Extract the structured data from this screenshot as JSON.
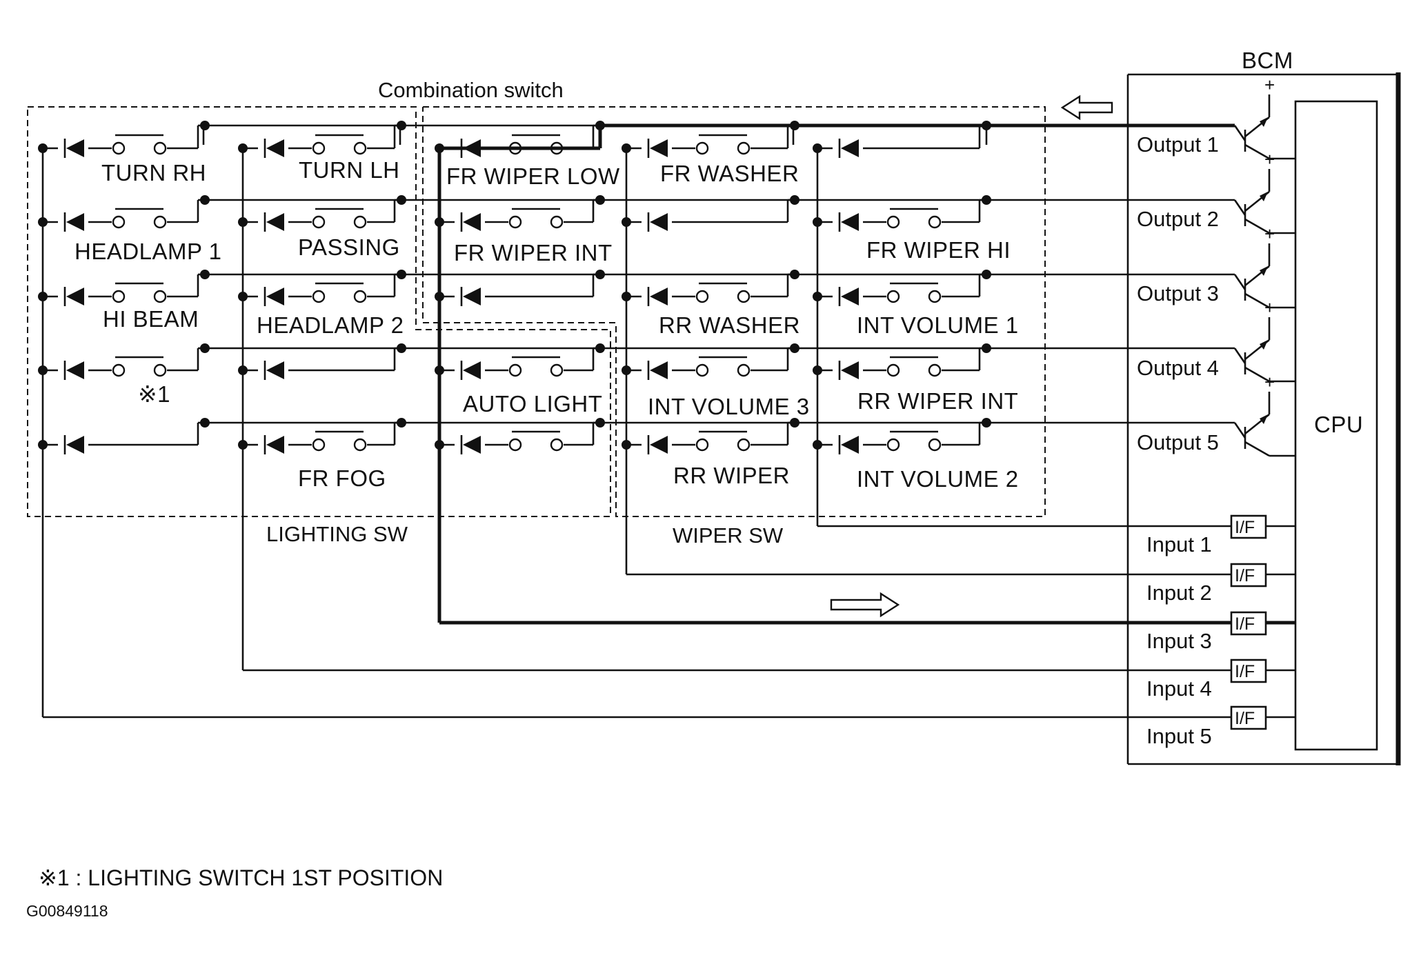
{
  "bcm_label": "BCM",
  "cpu_label": "CPU",
  "combination_switch_label": "Combination switch",
  "lighting_sw_label": "LIGHTING SW",
  "wiper_sw_label": "WIPER SW",
  "outputs": [
    "Output 1",
    "Output 2",
    "Output 3",
    "Output 4",
    "Output 5"
  ],
  "inputs": [
    "Input 1",
    "Input 2",
    "Input 3",
    "Input 4",
    "Input 5"
  ],
  "interface_label": "I/F",
  "plus_sign": "+",
  "switches": {
    "turn_rh": "TURN RH",
    "turn_lh": "TURN LH",
    "fr_wiper_low": "FR WIPER LOW",
    "fr_washer": "FR WASHER",
    "headlamp_1": "HEADLAMP 1",
    "passing": "PASSING",
    "fr_wiper_int": "FR WIPER INT",
    "fr_wiper_hi": "FR WIPER HI",
    "hi_beam": "HI BEAM",
    "headlamp_2": "HEADLAMP 2",
    "rr_washer": "RR WASHER",
    "int_volume_1": "INT VOLUME 1",
    "note_mark": "※1",
    "auto_light": "AUTO LIGHT",
    "int_volume_3": "INT VOLUME 3",
    "rr_wiper_int": "RR WIPER INT",
    "fr_fog": "FR FOG",
    "rr_wiper": "RR WIPER",
    "int_volume_2": "INT VOLUME 2"
  },
  "footnote": "※1 : LIGHTING SWITCH 1ST POSITION",
  "figure_code": "G00849118",
  "active_path_color": "#111111"
}
